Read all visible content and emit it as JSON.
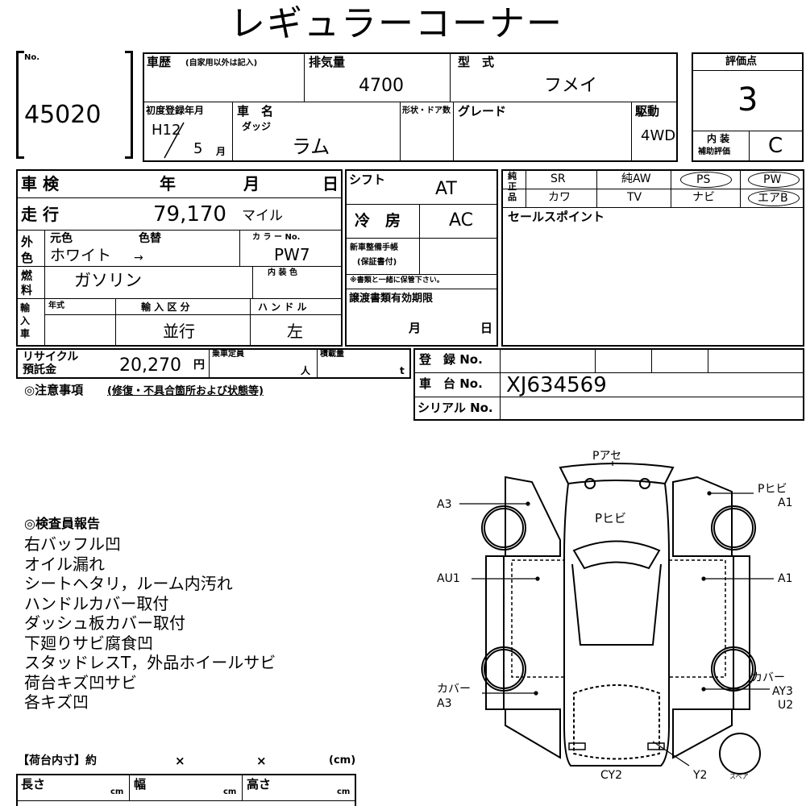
{
  "title": "レギュラーコーナー",
  "lot": {
    "label": "No.",
    "number": "45020"
  },
  "history": {
    "label": "車歴",
    "note": "(自家用以外は記入)"
  },
  "displacement": {
    "label": "排気量",
    "value": "4700"
  },
  "model_type": {
    "label": "型　式",
    "value": "フメイ"
  },
  "score": {
    "label": "評価点",
    "value": "3"
  },
  "interior": {
    "label1": "内 装",
    "label2": "補助評価",
    "value": "C"
  },
  "first_reg": {
    "label": "初度登録年月",
    "era": "H12",
    "month": "5",
    "month_unit": "月"
  },
  "car_name": {
    "label": "車　名",
    "maker": "ダッジ",
    "name": "ラム"
  },
  "shape": {
    "label": "形状・ドア数"
  },
  "grade": {
    "label": "グレード"
  },
  "drive": {
    "label": "駆動",
    "value": "4WD"
  },
  "inspection": {
    "label": "車 検",
    "year": "年",
    "month": "月",
    "day": "日"
  },
  "shift": {
    "label": "シフト",
    "value": "AT"
  },
  "equipment": {
    "header_pure": "純正品",
    "row1": [
      "SR",
      "純AW",
      "PS",
      "PW"
    ],
    "row2": [
      "カワ",
      "TV",
      "ナビ",
      "エアB"
    ]
  },
  "mileage": {
    "label": "走 行",
    "value": "79,170",
    "unit": "マイル"
  },
  "aircon": {
    "label": "冷　房",
    "value": "AC"
  },
  "sales_point": {
    "label": "セールスポイント"
  },
  "color": {
    "label_outer": "外色",
    "original_label": "元色",
    "change_label": "色替",
    "original": "ホワイト",
    "arrow": "→",
    "code_label": "カ ラ ー No.",
    "code": "PW7"
  },
  "manual": {
    "label1": "新車整備手帳",
    "label2": "(保証書付)",
    "note": "※書類と一緒に保管下さい。"
  },
  "fuel": {
    "label": "燃料",
    "value": "ガソリン",
    "interior_color_label": "内 装 色"
  },
  "import": {
    "label": "輸入車",
    "year_label": "年式",
    "category_label": "輸 入 区 分",
    "category": "並行",
    "handle_label": "ハ ン ド ル",
    "handle": "左"
  },
  "transfer_docs": {
    "label": "譲渡書類有効期限",
    "month": "月",
    "day": "日"
  },
  "recycle": {
    "label1": "リサイクル",
    "label2": "預託金",
    "value": "20,270",
    "unit": "円"
  },
  "capacity": {
    "label": "乗車定員",
    "unit": "人"
  },
  "load": {
    "label": "積載量",
    "unit": "t"
  },
  "registration": {
    "label": "登　録 No."
  },
  "chassis": {
    "label": "車　台 No.",
    "value": "XJ634569"
  },
  "serial": {
    "label": "シリアル No."
  },
  "caution": {
    "label": "◎注意事項",
    "note": "(修復・不具合箇所および状態等)"
  },
  "inspector": {
    "title": "◎検査員報告",
    "lines": [
      "右バッフル凹",
      "オイル漏れ",
      "シートヘタリ，ルーム内汚れ",
      "ハンドルカバー取付",
      "ダッシュ板カバー取付",
      "下廻りサビ腐食凹",
      "スタッドレスT，外品ホイールサビ",
      "荷台キズ凹サビ",
      "各キズ凹"
    ]
  },
  "cargo": {
    "title": "【荷台内寸】約",
    "x1": "×",
    "x2": "×",
    "unit": "(cm)",
    "length": "長さ",
    "width": "幅",
    "height": "高さ",
    "cm": "cm"
  },
  "diagram": {
    "top_label": "Pアセ",
    "roof": "Pヒビ",
    "left": [
      "A3",
      "AU1",
      "カバー",
      "A3"
    ],
    "right": [
      "Pヒビ",
      "A1",
      "A1",
      "カバー",
      "AY3",
      "U2"
    ],
    "bottom_center": "CY2",
    "bottom_right": "Y2",
    "spare": "スペア"
  }
}
